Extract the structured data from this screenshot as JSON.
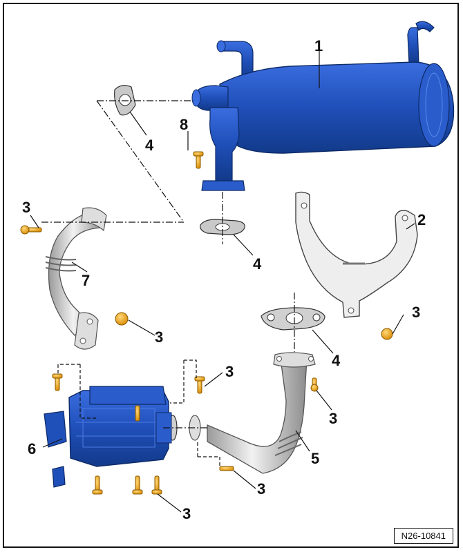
{
  "diagram": {
    "figure_ref": "N26-10841",
    "callouts": {
      "c1": "1",
      "c2": "2",
      "c3a": "3",
      "c3b": "3",
      "c3c": "3",
      "c3d": "3",
      "c3e": "3",
      "c3f": "3",
      "c3g": "3",
      "c4a": "4",
      "c4b": "4",
      "c4c": "4",
      "c5": "5",
      "c6": "6",
      "c7": "7",
      "c8": "8"
    },
    "colors": {
      "part_blue": "#1f4fb8",
      "part_blue_dark": "#143a8c",
      "metal_grey": "#c8c8c8",
      "metal_dark": "#8a8a8a",
      "bolt_yellow": "#f0a81c",
      "line": "#111111"
    }
  }
}
